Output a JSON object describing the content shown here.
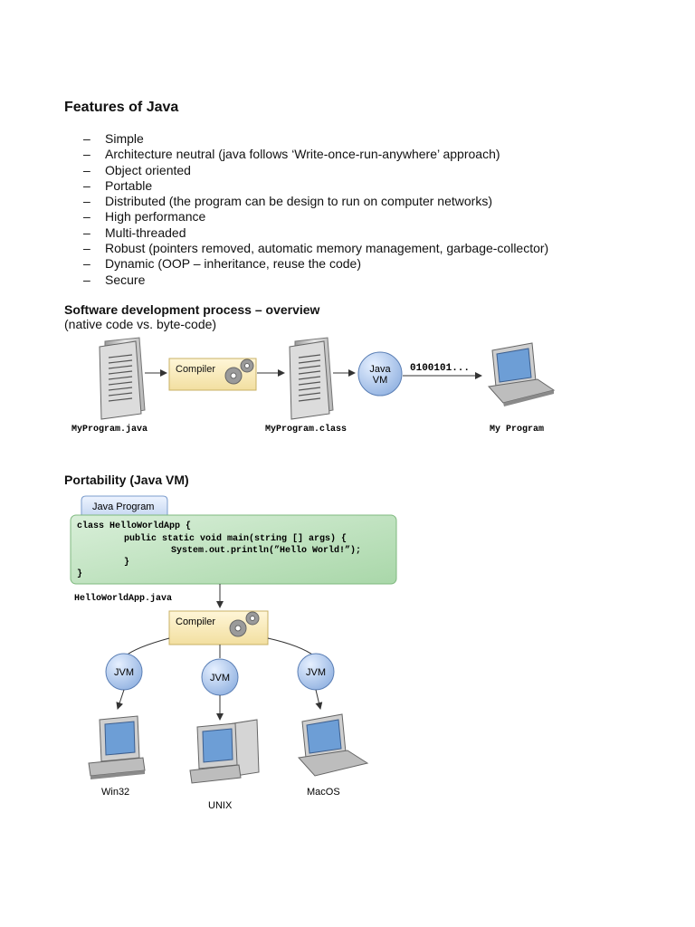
{
  "features": {
    "title": "Features of Java",
    "bullet": "–",
    "items": [
      "Simple",
      "Architecture neutral (java follows ‘Write-once-run-anywhere’ approach)",
      "Object oriented",
      "Portable",
      "Distributed (the program can be design to run on computer networks)",
      "High performance",
      "Multi-threaded",
      "Robust (pointers removed, automatic memory management, garbage-collector)",
      "Dynamic (OOP – inheritance, reuse the code)",
      "Secure"
    ]
  },
  "process": {
    "title": "Software development process – overview",
    "subtitle": "(native code vs. byte-code)",
    "compiler": "Compiler",
    "jvm_line1": "Java",
    "jvm_line2": "VM",
    "binary": "0100101...",
    "source_file": "MyProgram.java",
    "class_file": "MyProgram.class",
    "program": "My Program"
  },
  "portability": {
    "title": "Portability (Java VM)",
    "tab_label": "Java Program",
    "code_lines": [
      "class HelloWorldApp {",
      "public static void main(string [] args) {",
      "System.out.println(”Hello World!”);",
      "}",
      "}"
    ],
    "file_name": "HelloWorldApp.java",
    "compiler": "Compiler",
    "jvm_label": "JVM",
    "platforms": [
      "Win32",
      "UNIX",
      "MacOS"
    ]
  }
}
